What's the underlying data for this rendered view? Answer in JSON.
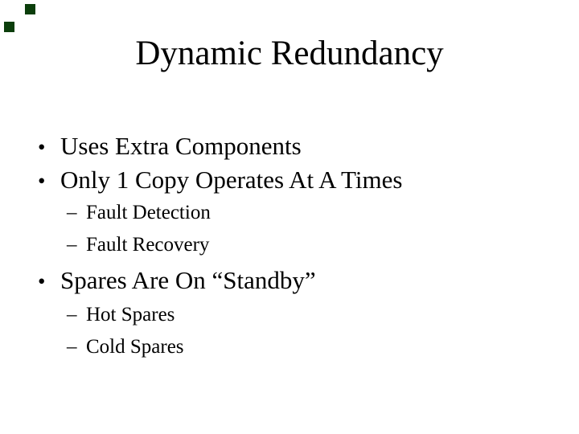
{
  "slide": {
    "title": "Dynamic Redundancy",
    "colors": {
      "background": "#ffffff",
      "text": "#000000",
      "corner_artifact": "#0b3e0b"
    },
    "bullets": [
      {
        "level": 1,
        "marker": "•",
        "text": "Uses Extra Components"
      },
      {
        "level": 1,
        "marker": "•",
        "text": "Only 1 Copy Operates At A Times"
      },
      {
        "level": 2,
        "marker": "–",
        "text": "Fault Detection"
      },
      {
        "level": 2,
        "marker": "–",
        "text": "Fault Recovery"
      },
      {
        "level": 1,
        "marker": "•",
        "text": "Spares Are On “Standby”"
      },
      {
        "level": 2,
        "marker": "–",
        "text": "Hot Spares"
      },
      {
        "level": 2,
        "marker": "–",
        "text": "Cold Spares"
      }
    ]
  }
}
